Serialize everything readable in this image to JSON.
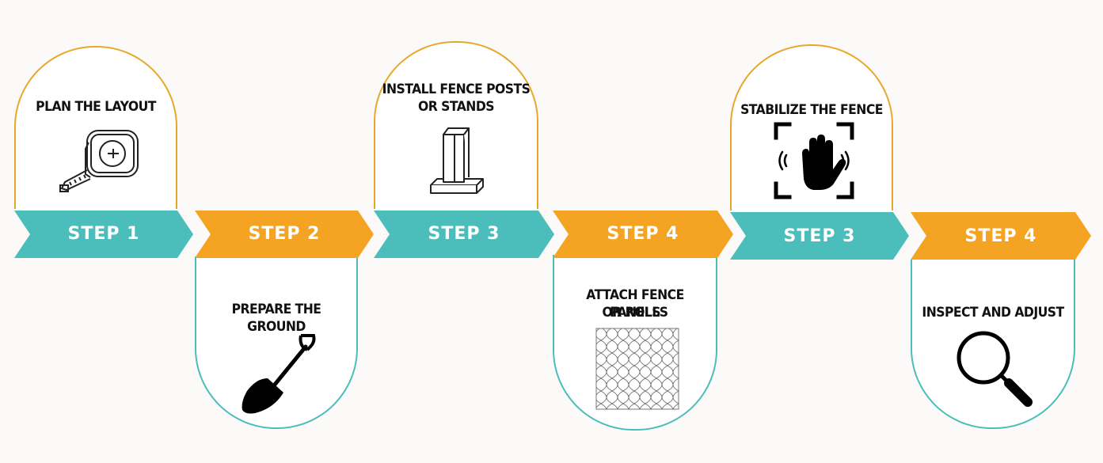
{
  "steps": [
    {
      "label": "STEP 1",
      "title": "PLAN THE LAYOUT",
      "icon": "tape-measure-icon",
      "color": "#4bbdbb"
    },
    {
      "label": "STEP 2",
      "title": "PREPARE THE GROUND",
      "icon": "shovel-icon",
      "color": "#f4a322"
    },
    {
      "label": "STEP 3",
      "title_1": "INSTALL FENCE POSTS",
      "title_2": "OR STANDS",
      "icon": "fence-post-icon",
      "color": "#4bbdbb"
    },
    {
      "label": "STEP 4",
      "title_1": "ATTACH FENCE PANELS",
      "title_2": "OR ROLLS",
      "icon": "mesh-panel-icon",
      "color": "#f4a322"
    },
    {
      "label": "STEP 3",
      "title": "STABILIZE THE FENCE",
      "icon": "hand-scan-icon",
      "color": "#4bbdbb"
    },
    {
      "label": "STEP 4",
      "title": "INSPECT AND ADJUST",
      "icon": "magnifier-icon",
      "color": "#f4a322"
    }
  ],
  "colors": {
    "teal": "#4bbdbb",
    "orange": "#f4a322",
    "top_card_border": "#e7a82a"
  }
}
